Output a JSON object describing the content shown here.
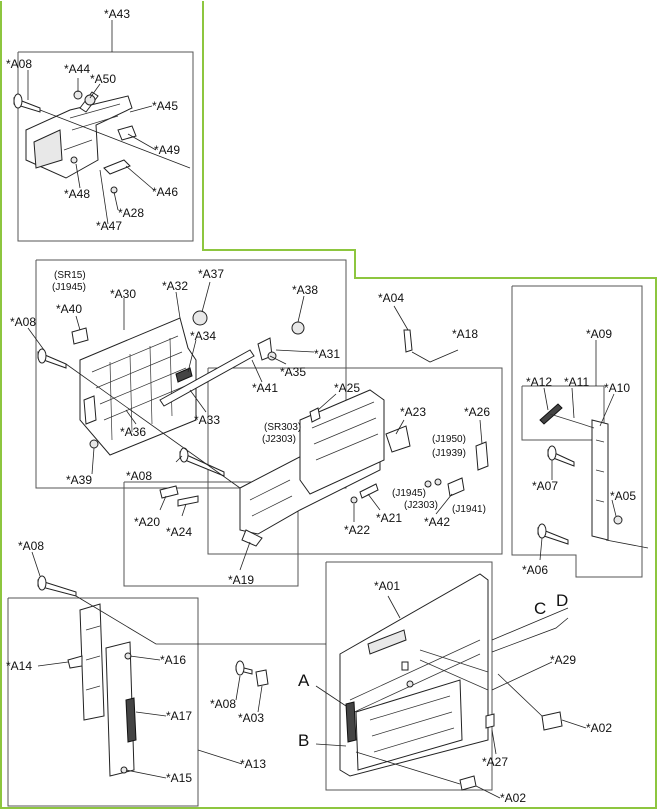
{
  "diagram": {
    "labels": {
      "A43": "*A43",
      "A08_a": "*A08",
      "A44": "*A44",
      "A50": "*A50",
      "A45": "*A45",
      "A49": "*A49",
      "A46": "*A46",
      "A48": "*A48",
      "A28": "*A28",
      "A47": "*A47",
      "SR15": "(SR15)",
      "J1945_a": "(J1945)",
      "A30": "*A30",
      "A32": "*A32",
      "A37": "*A37",
      "A38": "*A38",
      "A04": "*A04",
      "A08_b": "*A08",
      "A40": "*A40",
      "A34": "*A34",
      "A31": "*A31",
      "A35": "*A35",
      "A41": "*A41",
      "A18": "*A18",
      "A09": "*A09",
      "A33": "*A33",
      "A25": "*A25",
      "SR303": "(SR303)",
      "J2303_a": "(J2303)",
      "A23": "*A23",
      "A26": "*A26",
      "A12": "*A12",
      "A11": "*A11",
      "A10": "*A10",
      "A36": "*A36",
      "J1950": "(J1950)",
      "J1939": "(J1939)",
      "A39": "*A39",
      "A08_c": "*A08",
      "J1945_b": "(J1945)",
      "J2303_b": "(J2303)",
      "A07": "*A07",
      "A21": "*A21",
      "J1941": "(J1941)",
      "A05": "*A05",
      "A20": "*A20",
      "A24": "*A24",
      "A22": "*A22",
      "A42": "*A42",
      "A06": "*A06",
      "A19": "*A19",
      "A08_d": "*A08",
      "A01": "*A01",
      "C": "C",
      "D": "D",
      "A16": "*A16",
      "A14": "*A14",
      "A29": "*A29",
      "A": "A",
      "A08_e": "*A08",
      "A03": "*A03",
      "A17": "*A17",
      "A02_a": "*A02",
      "B": "B",
      "A13": "*A13",
      "A27": "*A27",
      "A15": "*A15",
      "A02_b": "*A02"
    }
  }
}
